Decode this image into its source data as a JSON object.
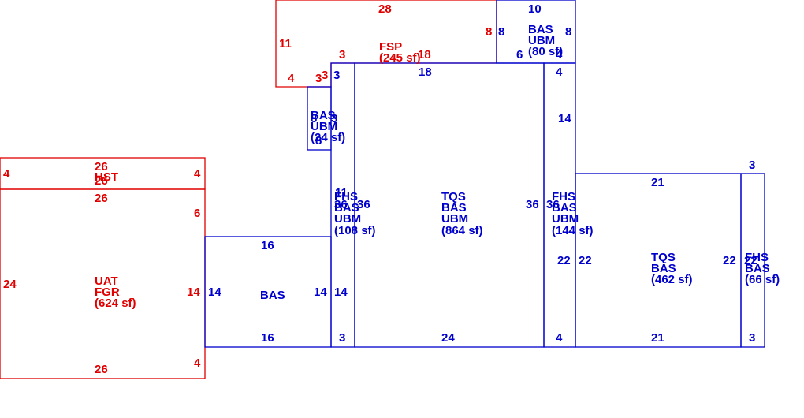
{
  "colors": {
    "blue": "#0000cc",
    "red": "#e00000",
    "background": "#ffffff"
  },
  "areas": {
    "fsp": {
      "line1": "FSP",
      "line2": "(245 sf)",
      "dims": {
        "top": "28",
        "left": "11",
        "right": "8",
        "bottom_left": "4",
        "bottom_mid": "3",
        "notch_v": "3",
        "notch_h": "3",
        "inner": "18"
      }
    },
    "bas_ubm_80": {
      "line1": "BAS",
      "line2": "UBM",
      "line3": "(80 sf)",
      "dims": {
        "top": "10",
        "left": "8",
        "right": "8",
        "bottom_left": "6",
        "bottom_right": "4"
      }
    },
    "bas_ubm_24": {
      "line1": "BAS",
      "line2": "UBM",
      "line3": "(24 sf)",
      "overlap": "8",
      "overlap2": "3",
      "dims": {
        "top": "3",
        "left": "8",
        "bottom": "3"
      }
    },
    "hst": {
      "line1": "HST",
      "dims": {
        "top": "26",
        "bottom": "26",
        "left": "4",
        "right": "4"
      }
    },
    "uat_fgr": {
      "line1": "UAT",
      "line2": "FGR",
      "line3": "(624 sf)",
      "dims": {
        "top": "26",
        "bottom": "26",
        "left": "24",
        "right_top": "6",
        "right_mid": "14",
        "right_bottom": "4"
      }
    },
    "bas_small": {
      "line1": "BAS",
      "dims": {
        "top": "16",
        "bottom": "16",
        "left": "14",
        "right": "14"
      }
    },
    "fhs_108": {
      "line1": "FHS",
      "line2": "BAS",
      "line3": "UBM",
      "line4": "(108 sf)",
      "dims": {
        "top": "3",
        "top2": "11",
        "left": "36",
        "right": "36",
        "lower_left": "14",
        "bottom": "3"
      }
    },
    "tqs_864": {
      "line1": "TQS",
      "line2": "BAS",
      "line3": "UBM",
      "line4": "(864 sf)",
      "dims": {
        "top": "18",
        "bottom": "24",
        "left": "36",
        "right": "36"
      }
    },
    "fhs_144": {
      "line1": "FHS",
      "line2": "BAS",
      "line3": "UBM",
      "line4": "(144 sf)",
      "dims": {
        "top": "4",
        "mid": "14",
        "left": "36",
        "lower_left": "22",
        "bottom": "4"
      }
    },
    "tqs_462": {
      "line1": "TQS",
      "line2": "BAS",
      "line3": "(462 sf)",
      "dims": {
        "top": "21",
        "bottom": "21",
        "left": "22",
        "right": "22"
      }
    },
    "fhs_66": {
      "line1": "FHS",
      "line2": "BAS",
      "line3": "(66 sf)",
      "dims": {
        "top": "3",
        "bottom": "3",
        "left": "22"
      }
    }
  }
}
